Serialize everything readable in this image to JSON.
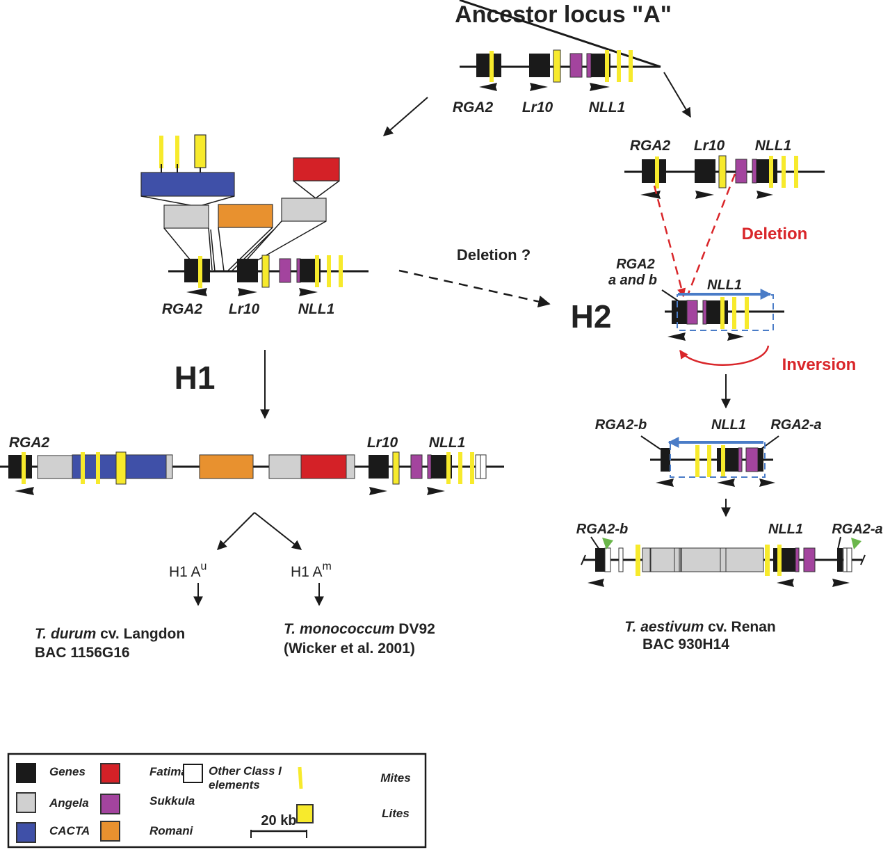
{
  "title": "Ancestor locus \"A\"",
  "colors": {
    "genes": "#1a1a1a",
    "angela": "#d0d0d0",
    "cacta": "#3f50a8",
    "fatima": "#d42127",
    "sukkula": "#a3449e",
    "romani": "#e8912f",
    "other": "#ffffff",
    "mites": "#f7ea2c",
    "lites": "#f7ea2c",
    "deletion": "#d9262a",
    "inversion": "#d9262a",
    "inversion_box": "#4a7cc7",
    "marker": "#6ab64a"
  },
  "ancestor": {
    "genes": [
      "RGA2",
      "Lr10",
      "NLL1"
    ]
  },
  "right_branch": {
    "genes": [
      "RGA2",
      "Lr10",
      "NLL1"
    ],
    "deletion_label": "Deletion"
  },
  "center": {
    "deletion_question_label": "Deletion ?",
    "genes": [
      "RGA2",
      "Lr10",
      "NLL1"
    ]
  },
  "h1": {
    "label": "H1",
    "genes": [
      "RGA2",
      "Lr10",
      "NLL1"
    ],
    "branches": [
      {
        "label": "H1 A",
        "sup": "u",
        "species": "T. durum",
        "cultivar": " cv. Langdon",
        "line2": "BAC 1156G16"
      },
      {
        "label": "H1 A",
        "sup": "m",
        "species": "T. monococcum",
        "cultivar": " DV92",
        "line2": "(Wicker et al. 2001)"
      }
    ]
  },
  "h2": {
    "label": "H2",
    "rga_label_1": "RGA2",
    "rga_label_2": "a and b",
    "nll_label": "NLL1",
    "inversion_label": "Inversion"
  },
  "inverted": {
    "genes": [
      "RGA2-b",
      "NLL1",
      "RGA2-a"
    ]
  },
  "final": {
    "genes": [
      "RGA2-b",
      "NLL1",
      "RGA2-a"
    ],
    "species": "T. aestivum",
    "cultivar": " cv. Renan",
    "line2": "BAC 930H14"
  },
  "legend": {
    "items": [
      {
        "key": "genes",
        "label": "Genes"
      },
      {
        "key": "angela",
        "label": "Angela"
      },
      {
        "key": "cacta",
        "label": "CACTA"
      },
      {
        "key": "fatima",
        "label": "Fatima"
      },
      {
        "key": "sukkula",
        "label": "Sukkula"
      },
      {
        "key": "romani",
        "label": "Romani"
      },
      {
        "key": "other",
        "label_1": "Other Class I",
        "label_2": "elements"
      },
      {
        "key": "mites",
        "label": "Mites"
      },
      {
        "key": "lites",
        "label": "Lites"
      }
    ],
    "scale_label": "20 kb"
  }
}
